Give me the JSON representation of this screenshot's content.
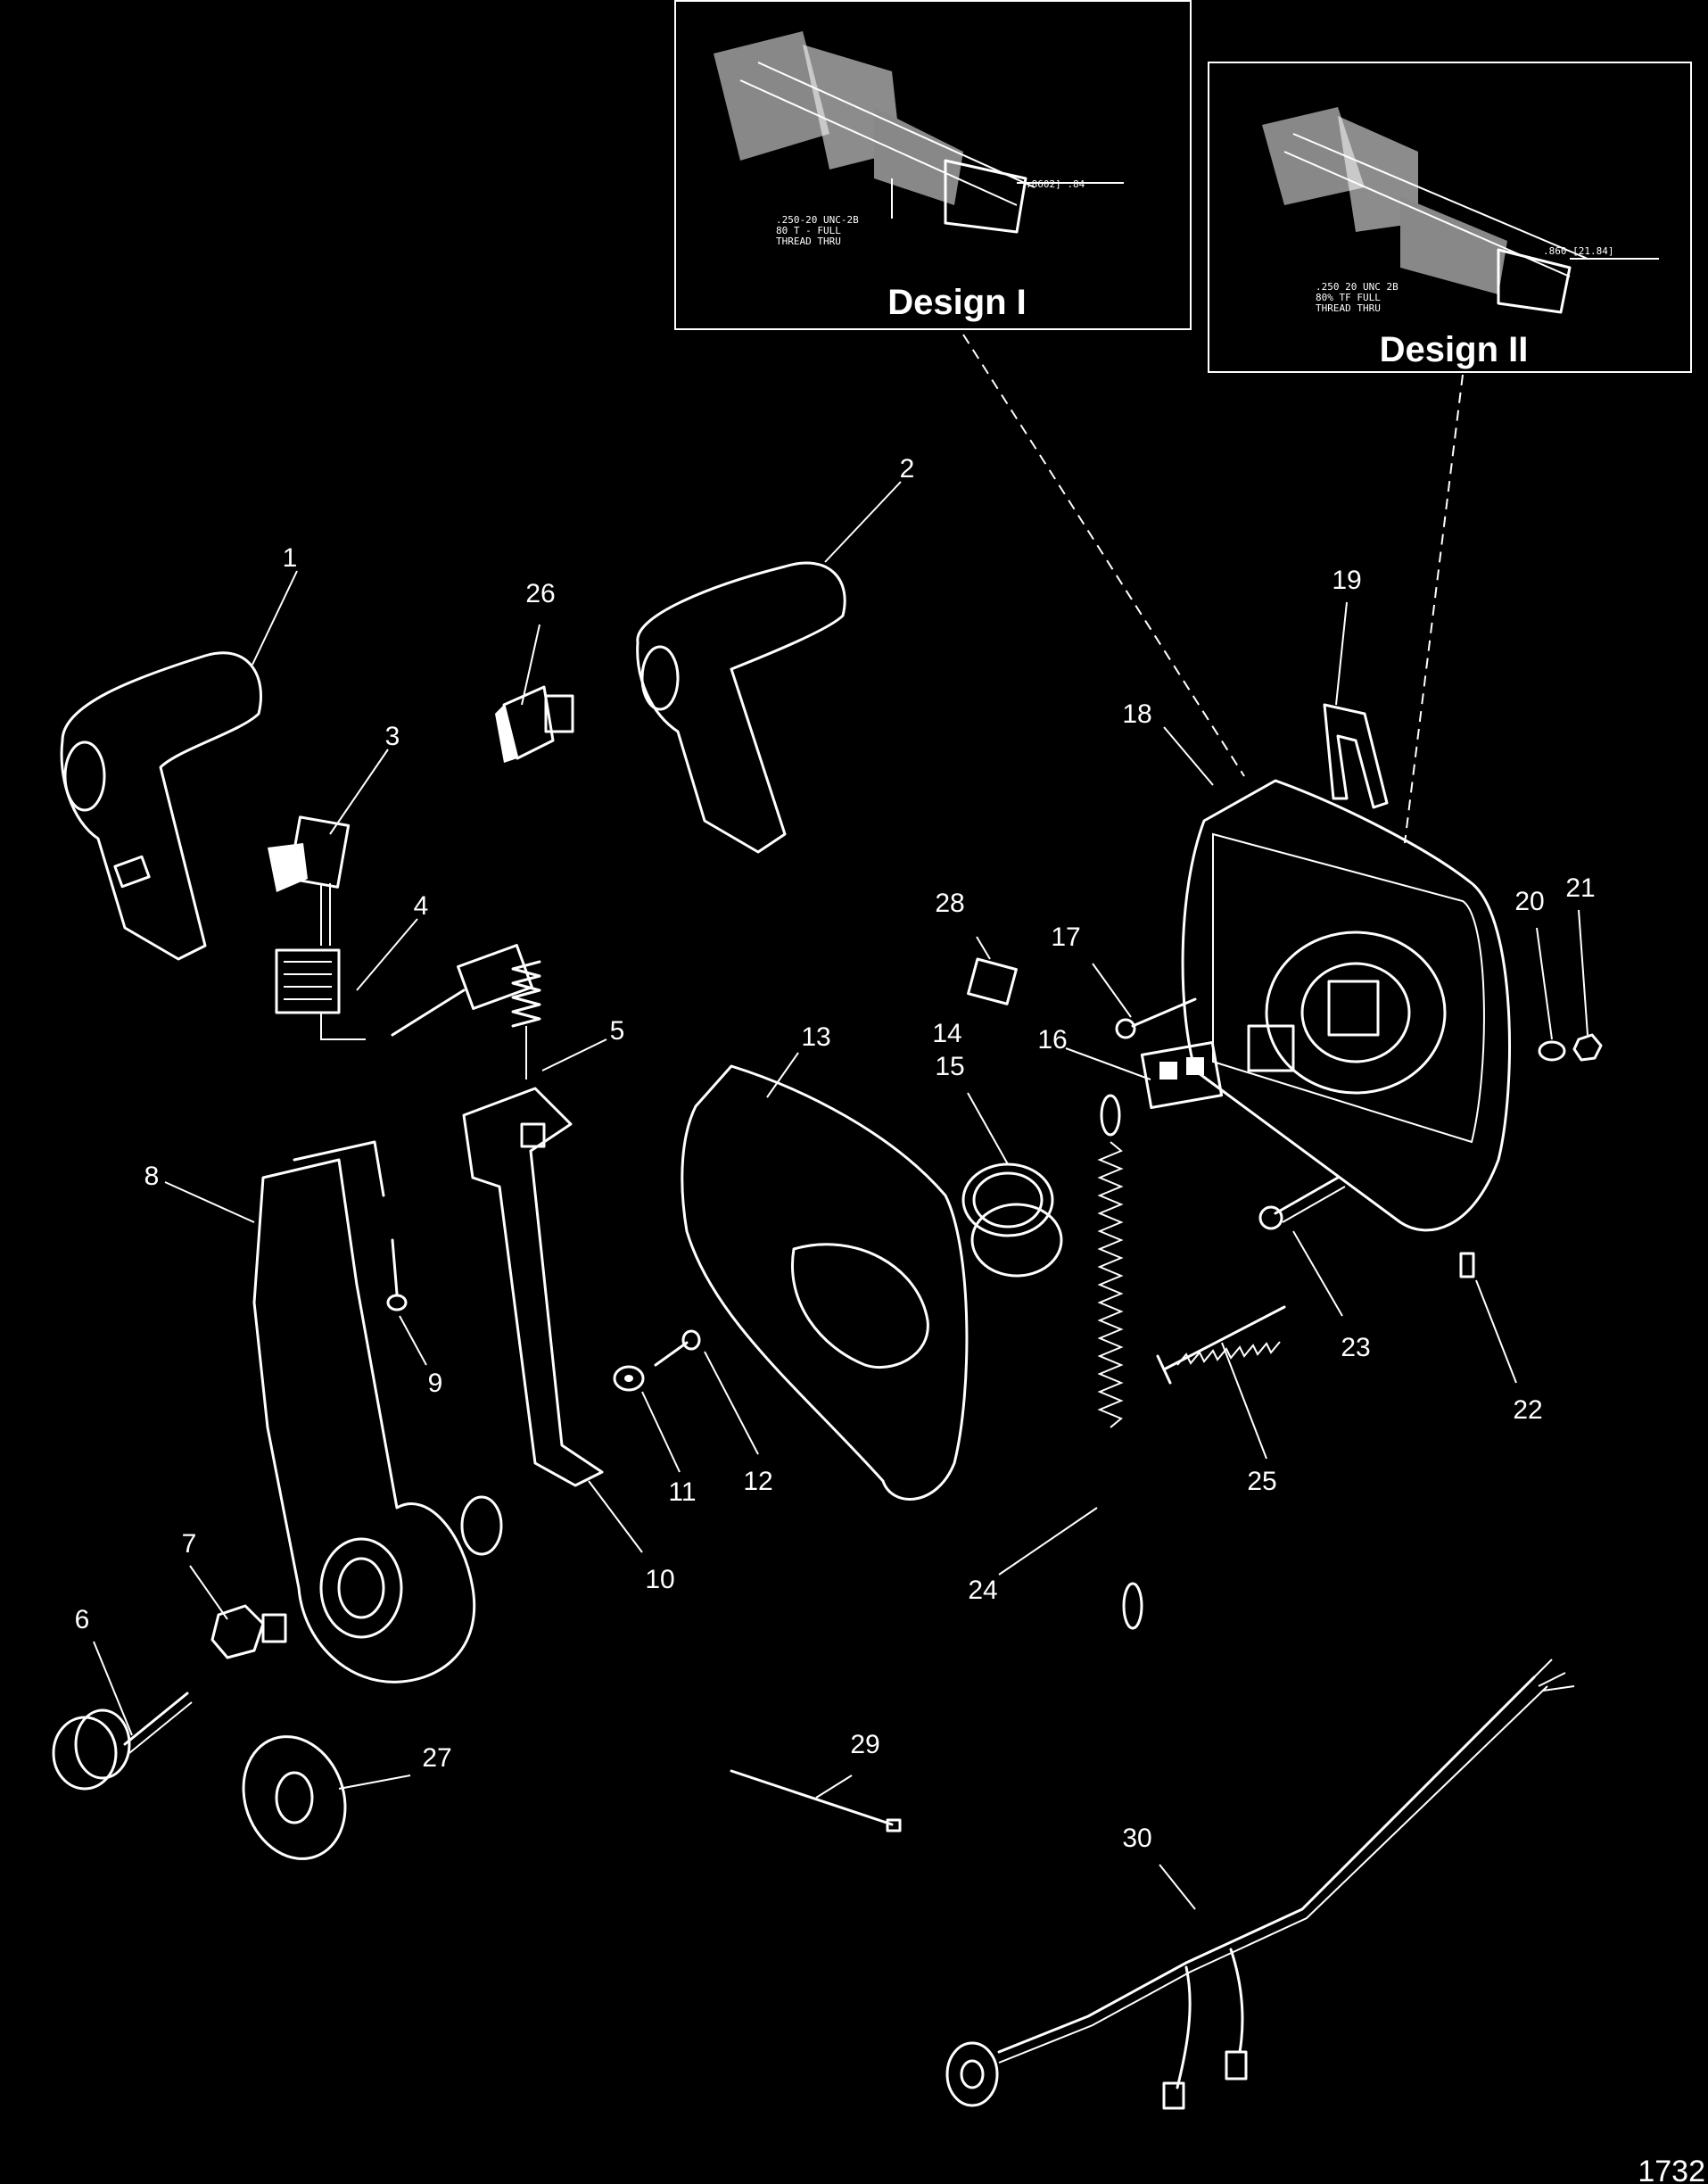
{
  "insets": [
    {
      "id": "design-1",
      "title": "Design I",
      "dimension": ".8602] .84",
      "thread_note": [
        ".250-20 UNC-2B",
        "80 T - FULL",
        "THREAD THRU"
      ]
    },
    {
      "id": "design-2",
      "title": "Design II",
      "dimension": ".860 [21.84]",
      "thread_note": [
        ".250 20 UNC 2B",
        "80% TF   FULL",
        "THREAD THRU"
      ]
    }
  ],
  "callouts": [
    "1",
    "2",
    "3",
    "4",
    "5",
    "6",
    "7",
    "8",
    "9",
    "10",
    "11",
    "12",
    "13",
    "14",
    "15",
    "16",
    "17",
    "18",
    "19",
    "20",
    "21",
    "22",
    "23",
    "24",
    "25",
    "26",
    "27",
    "28",
    "29",
    "30"
  ],
  "figure_id": "1732"
}
